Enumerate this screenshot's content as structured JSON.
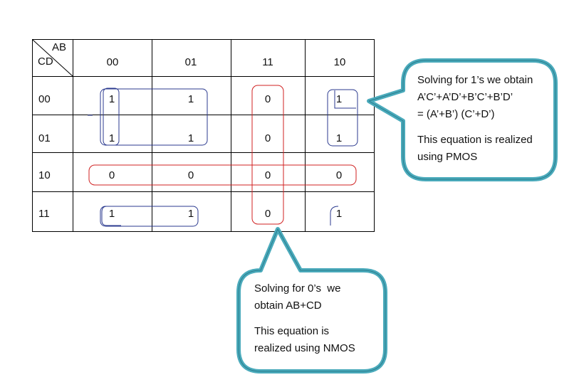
{
  "kmap": {
    "corner_top": "AB",
    "corner_left": "CD",
    "col_headers": [
      "00",
      "01",
      "11",
      "10"
    ],
    "row_headers": [
      "00",
      "01",
      "10",
      "11"
    ],
    "cells": [
      [
        "1",
        "1",
        "0",
        "1"
      ],
      [
        "1",
        "1",
        "0",
        "1"
      ],
      [
        "0",
        "0",
        "0",
        "0"
      ],
      [
        "1",
        "1",
        "0",
        "1"
      ]
    ]
  },
  "callout_ones": {
    "line1": "Solving for 1’s we obtain",
    "line2": "A’C’+A’D’+B’C’+B’D’",
    "line3": "= (A’+B’) (C’+D’)",
    "line4": "This equation is realized",
    "line5": "using PMOS"
  },
  "callout_zeros": {
    "line1": "Solving for 0’s  we",
    "line2": "obtain AB+CD",
    "line3": "This equation is",
    "line4": "realized using NMOS"
  },
  "colors": {
    "ones_group": "#2b3a8f",
    "zeros_group": "#d02020",
    "callout_border": "#4aaabb",
    "grid": "#000000"
  }
}
